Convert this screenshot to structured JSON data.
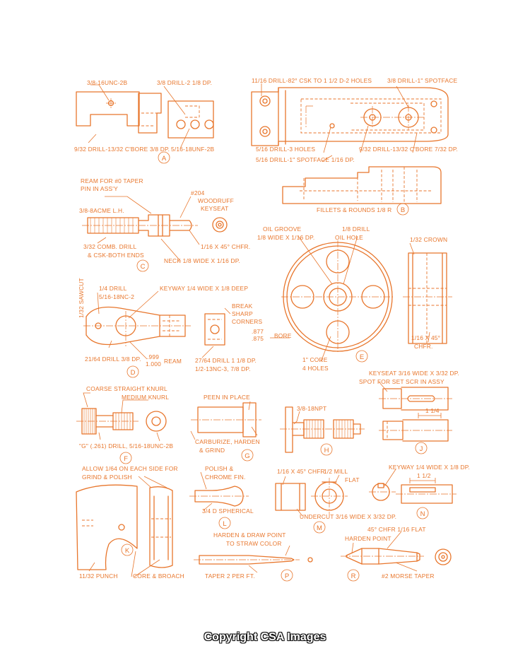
{
  "A": {
    "letter": "A",
    "thread": "3/8-16UNC-2B",
    "drill_top": "3/8 DRILL-2 1/8 DP.",
    "cbore": "9/32 DRILL-13/32 C'BORE 3/8 DP.",
    "thread2": "5/16-18UNF-2B"
  },
  "B": {
    "letter": "B",
    "drill_csk": "11/16 DRILL-82° CSK TO 1 1/2 D-2 HOLES",
    "spotface": "3/8 DRILL-1\" SPOTFACE",
    "holes": "5/16 DRILL-3 HOLES",
    "spotface2": "5/16 DRILL-1\" SPOTFACE 1/16 DP.",
    "cbore": "9/32 DRILL-13/32 C'BORE 7/32 DP.",
    "fillets": "FILLETS & ROUNDS 1/8 R"
  },
  "C": {
    "letter": "C",
    "ream": "REAM FOR #0 TAPER",
    "pin": "PIN IN ASS'Y",
    "acme": "3/8-8ACME L.H.",
    "woodruff_no": "#204",
    "woodruff": "WOODRUFF",
    "keyseat": "KEYSEAT",
    "comb_drill": "3/32 COMB. DRILL",
    "csk": "& CSK-BOTH ENDS",
    "chfr": "1/16 X 45° CHFR.",
    "neck": "NECK 1/8 WIDE X 1/16 DP."
  },
  "D": {
    "letter": "D",
    "sawcut": "1/32 SAWCUT",
    "drill": "1/4 DRILL",
    "thread": "5/16-18NC-2",
    "keyway": "KEYWAY 1/4 WIDE X 1/8 DEEP",
    "break": "BREAK",
    "sharp": "SHARP",
    "corners": "CORNERS",
    "drill_dp": "21/64 DRILL 3/8 DP.",
    "ream_lo": ".999",
    "ream_hi": "1.000",
    "ream": "REAM",
    "drill2": "27/64 DRILL 1 1/8 DP.",
    "thread2": "1/2-13NC-3, 7/8 DP."
  },
  "E": {
    "letter": "E",
    "oil_groove": "OIL GROOVE",
    "groove_size": "1/8 WIDE X 1/16 DP.",
    "drill": "1/8 DRILL",
    "oil_hole": "OIL HOLE",
    "crown": "1/32 CROWN",
    "bore_hi": ".877",
    "bore_lo": ".875",
    "bore": "BORE",
    "chfr": "1/16 X 45°",
    "chfr2": "CHFR.",
    "core": "1\" CORE",
    "holes": "4 HOLES"
  },
  "F": {
    "letter": "F",
    "coarse": "COARSE STRAIGHT KNURL",
    "medium": "MEDIUM KNURL",
    "drill": "\"G\" (.261) DRILL, 5/16-18UNC-2B"
  },
  "G": {
    "letter": "G",
    "peen": "PEEN IN PLACE",
    "carburize": "CARBURIZE, HARDEN",
    "grind": "& GRIND"
  },
  "H": {
    "letter": "H",
    "npt": "3/8-18NPT"
  },
  "J": {
    "letter": "J",
    "spot": "SPOT FOR SET SCR IN ASSY",
    "keyseat": "KEYSEAT 3/16 WIDE X 3/32 DP.",
    "dim": "1 1/4"
  },
  "K": {
    "letter": "K",
    "allow": "ALLOW 1/64 ON EACH SIDE FOR",
    "grind": "GRIND & POLISH",
    "punch": "11/32 PUNCH",
    "core": "CORE & BROACH"
  },
  "L": {
    "letter": "L",
    "polish": "POLISH &",
    "chrome": "CHROME FIN.",
    "spherical": "3/4 D SPHERICAL"
  },
  "M": {
    "letter": "M",
    "chfr": "1/16 X 45° CHFR.",
    "mill": "1/2 MILL",
    "flat": "FLAT",
    "undercut": "UNDERCUT 3/16 WIDE X 3/32 DP."
  },
  "N": {
    "letter": "N",
    "keyway": "KEYWAY 1/4 WIDE X 1/8 DP.",
    "dim": "1 1/2"
  },
  "P": {
    "letter": "P",
    "harden": "HARDEN & DRAW POINT",
    "straw": "TO STRAW COLOR",
    "taper": "TAPER 2 PER FT."
  },
  "R": {
    "letter": "R",
    "chfr": "45° CHFR 1/16 FLAT",
    "harden": "HARDEN POINT",
    "morse": "#2 MORSE TAPER"
  },
  "copyright": "Copyright CSA Images",
  "colors": {
    "ink": "#e8762c",
    "background": "#ffffff"
  }
}
